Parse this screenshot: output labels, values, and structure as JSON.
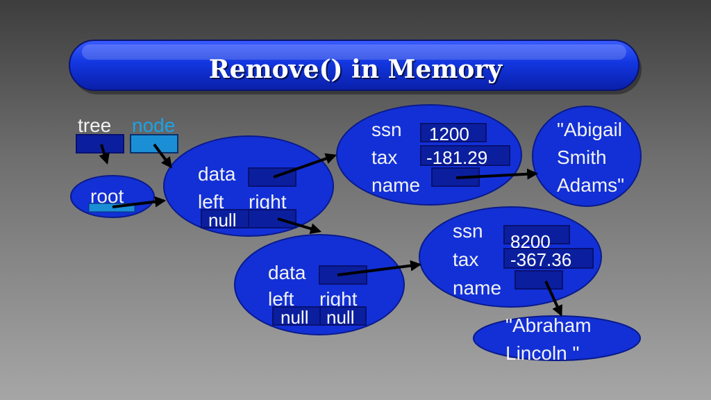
{
  "slide": {
    "title": "Remove() in Memory"
  },
  "vars": {
    "tree_label": "tree",
    "node_label": "node",
    "root_label": "root"
  },
  "node1": {
    "data_label": "data",
    "left_label": "left",
    "right_label": "right",
    "left_value": "null"
  },
  "node2": {
    "data_label": "data",
    "left_label": "left",
    "right_label": "right",
    "left_value": "null",
    "right_value": "null"
  },
  "record1": {
    "ssn_label": "ssn",
    "tax_label": "tax",
    "name_label": "name",
    "ssn_value": "1200",
    "tax_value": "-181.29"
  },
  "record2": {
    "ssn_label": "ssn",
    "tax_label": "tax",
    "name_label": "name",
    "ssn_value": "8200",
    "tax_value": "-367.36"
  },
  "string1": {
    "line1": "\"Abigail",
    "line2": "Smith",
    "line3": "Adams\""
  },
  "string2": {
    "line1": "\"Abraham",
    "line2": "Lincoln \""
  },
  "colors": {
    "node_fill": "#1230d6",
    "box_fill": "#0b1f9e",
    "node_var_color": "#1aa3e8"
  }
}
